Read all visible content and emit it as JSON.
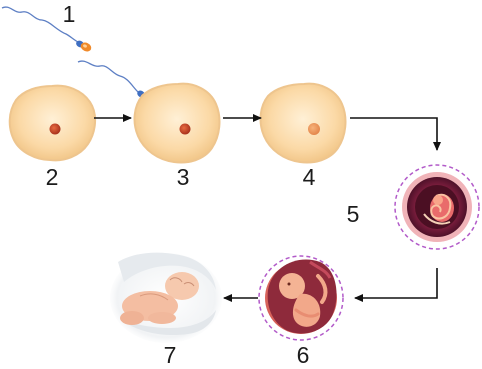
{
  "labels": {
    "sperm": "1",
    "egg": "2",
    "fertilization": "3",
    "zygote": "4",
    "embryo": "5",
    "fetus": "6",
    "baby": "7"
  },
  "colors": {
    "cell_fill": "#fbd9a6",
    "nucleus": "#c8452a",
    "arrow": "#111111",
    "dashed_ring": "#b25ac9",
    "sperm_head": "#f08a2a",
    "sperm_body": "#3f6fc2",
    "sac_dark": "#6b1f3a",
    "embryo_pink": "#e96b6b"
  },
  "icons": [
    "sperm-icon",
    "egg-cell-icon",
    "embryo-icon",
    "fetus-icon",
    "baby-icon",
    "arrow-right-icon",
    "arrow-down-icon",
    "arrow-left-icon"
  ]
}
